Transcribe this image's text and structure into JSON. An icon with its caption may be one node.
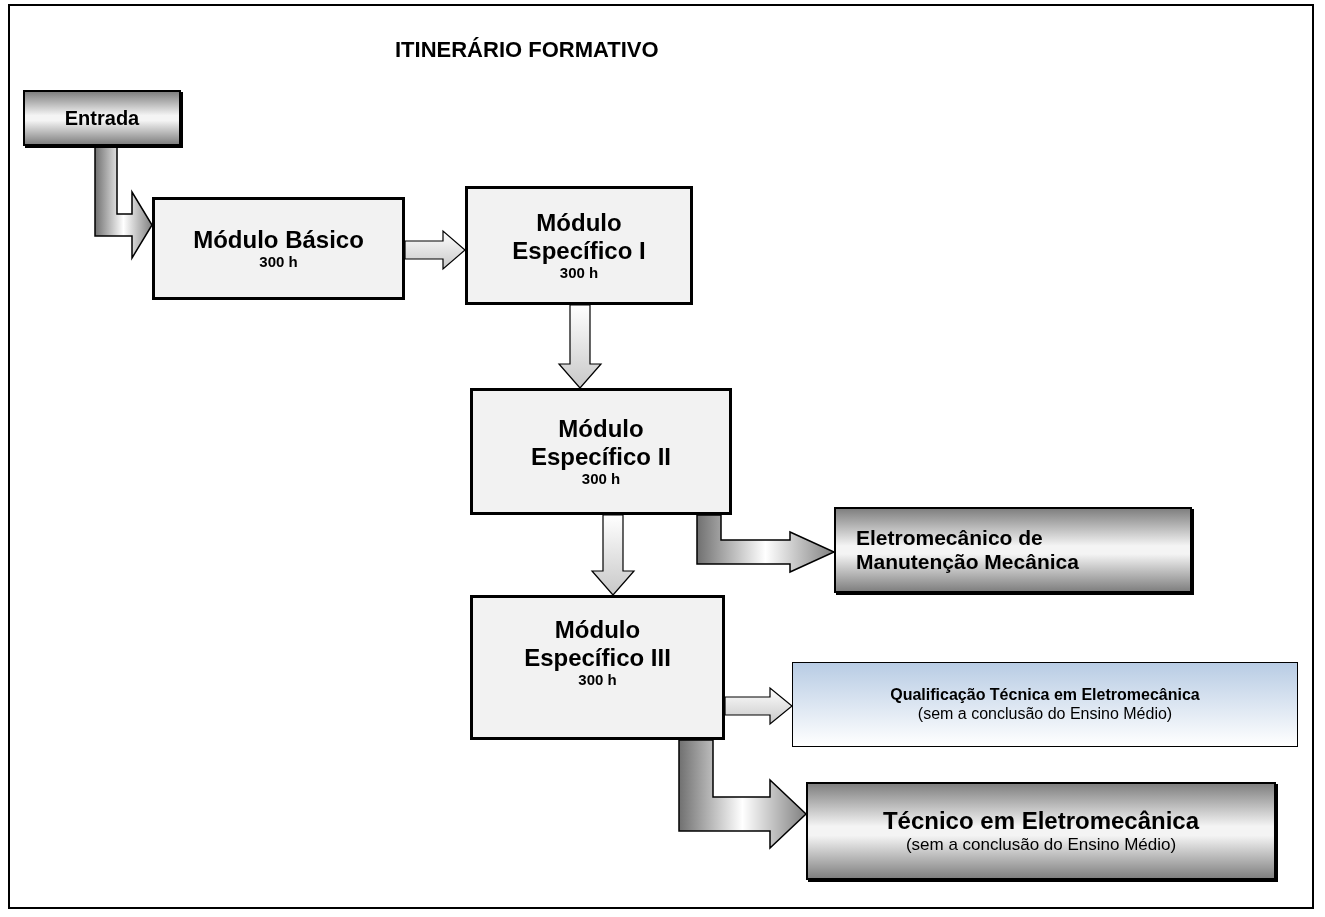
{
  "diagram": {
    "title": "ITINERÁRIO FORMATIVO",
    "nodes": [
      {
        "text": [
          "Entrada"
        ]
      },
      {
        "text": [
          "Módulo Básico",
          "300 h"
        ]
      },
      {
        "text": [
          "Módulo Específico I",
          "300 h"
        ]
      },
      {
        "text": [
          "Módulo Específico II",
          "300 h"
        ]
      },
      {
        "text": [
          "Eletromecânico de Manutenção Mecânica"
        ]
      },
      {
        "text": [
          "Módulo Específico III",
          "300 h"
        ]
      },
      {
        "text": [
          "Qualificação Técnica em Eletromecânica",
          "(sem a conclusão do Ensino Médio)"
        ]
      },
      {
        "text": [
          "Técnico em Eletromecânica",
          "(sem a conclusão do Ensino Médio)"
        ]
      }
    ],
    "edges": [
      {
        "from": 0,
        "to": 1,
        "arrow": "to",
        "style": "thick"
      },
      {
        "from": 1,
        "to": 2,
        "arrow": "to"
      },
      {
        "from": 2,
        "to": 3,
        "arrow": "to"
      },
      {
        "from": 3,
        "to": 5,
        "arrow": "to"
      },
      {
        "from": 3,
        "to": 4,
        "arrow": "to",
        "style": "thick"
      },
      {
        "from": 5,
        "to": 6,
        "arrow": "to"
      },
      {
        "from": 5,
        "to": 7,
        "arrow": "to",
        "style": "thick"
      }
    ]
  }
}
